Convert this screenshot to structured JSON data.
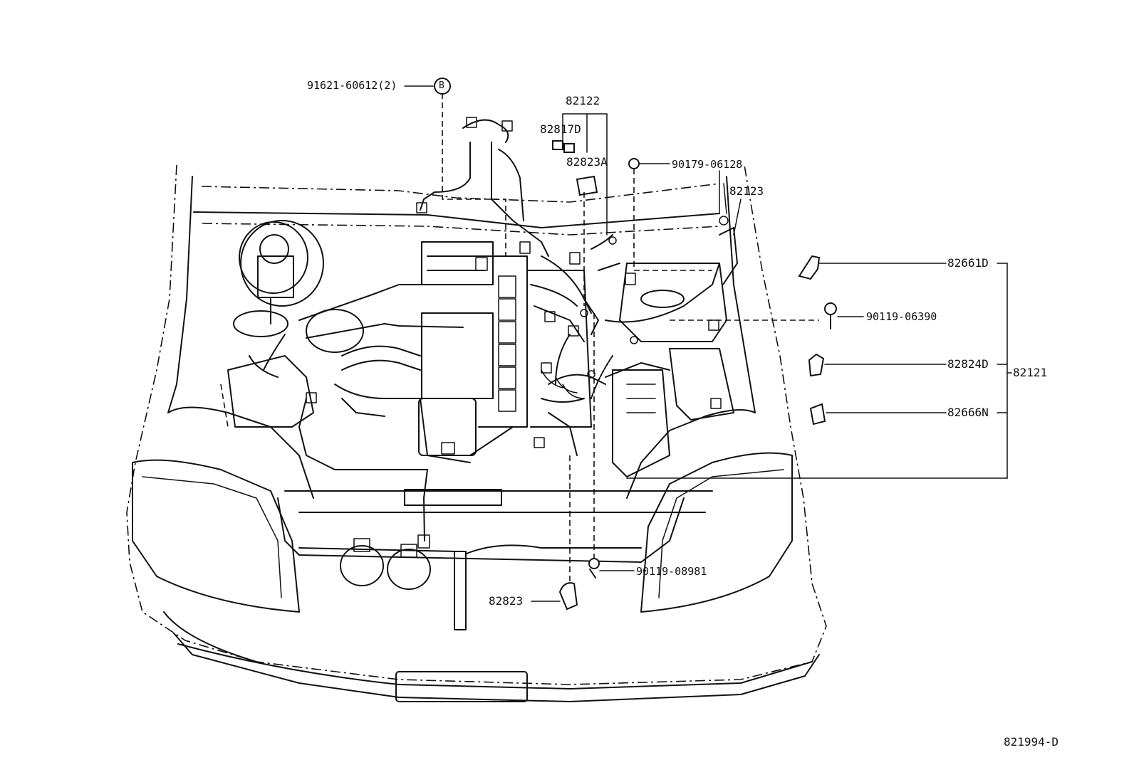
{
  "callouts": {
    "p91621": "91621-60612(2)",
    "b_circle": "B",
    "p82122": "82122",
    "p82817D": "82817D",
    "p82823A": "82823A",
    "p90179": "90179-06128",
    "p82123": "82123",
    "p82661D": "82661D",
    "p90119_06390": "90119-06390",
    "p82824D": "82824D",
    "p82121": "82121",
    "p82666N": "82666N",
    "p90119_08981": "90119-08981",
    "p82823": "82823"
  },
  "footer": {
    "diagram_id": "821994-D"
  }
}
